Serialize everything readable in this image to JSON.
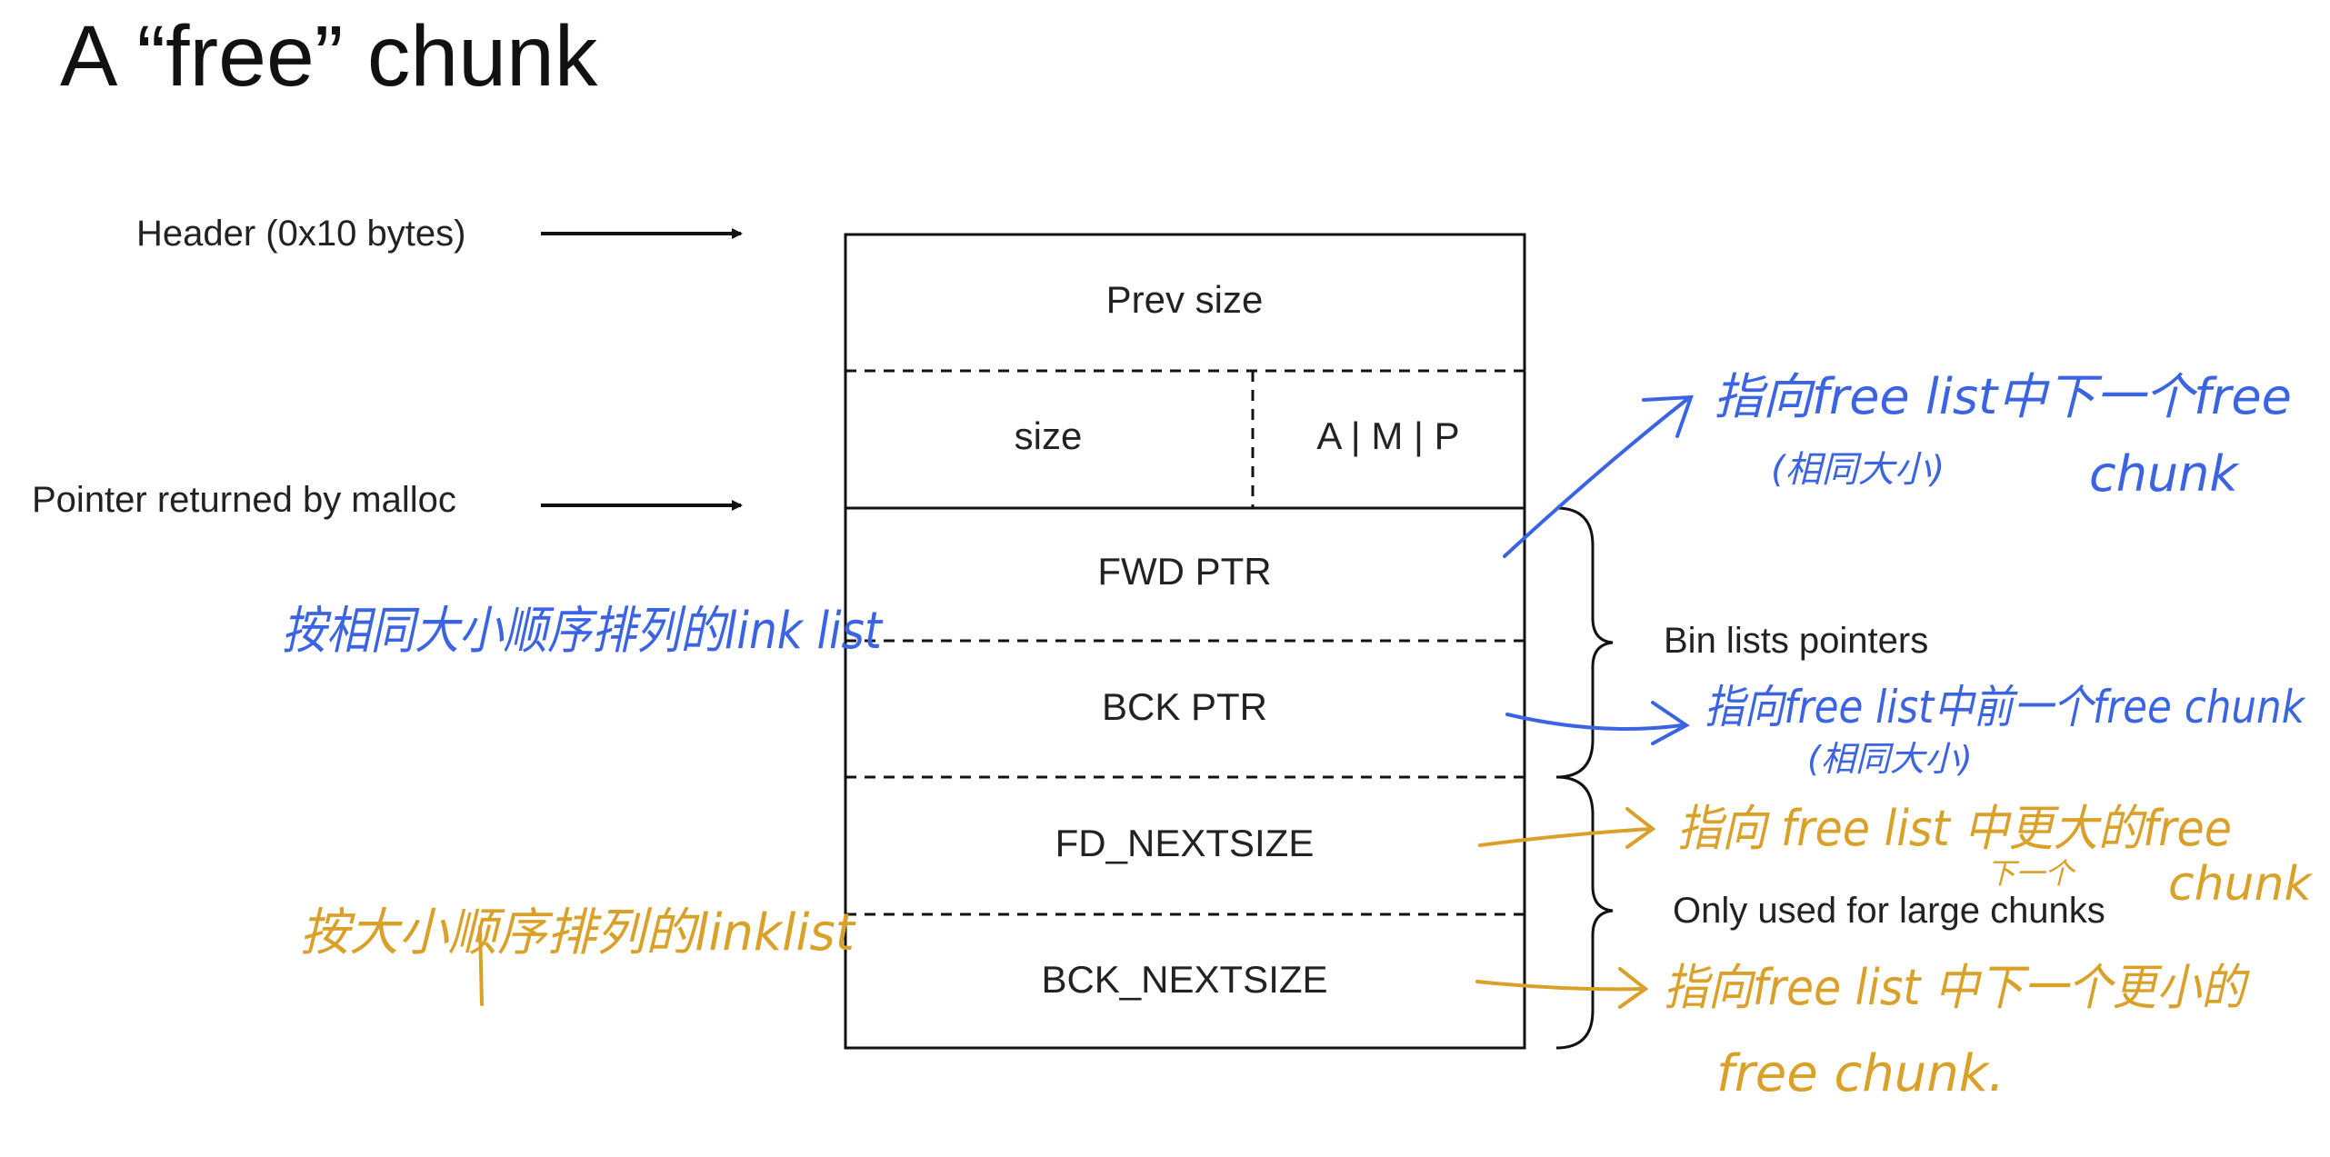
{
  "title": "A “free” chunk",
  "labels": {
    "header": "Header (0x10 bytes)",
    "pointer": "Pointer returned by malloc"
  },
  "fields": {
    "prev_size": "Prev size",
    "size": "size",
    "amp": "A | M | P",
    "fwd_ptr": "FWD PTR",
    "bck_ptr": "BCK PTR",
    "fd_nextsize": "FD_NEXTSIZE",
    "bck_nextsize": "BCK_NEXTSIZE"
  },
  "braces": {
    "bin_lists": "Bin lists pointers",
    "large_only": "Only used for large chunks"
  },
  "annotations": {
    "blue_fwd_line1": "指向free list中下一个free",
    "blue_fwd_line2": "(相同大小)",
    "blue_fwd_line3": "chunk",
    "blue_left": "按相同大小顺序排列的link list",
    "blue_bck_line1": "指向free list中前一个free chunk",
    "blue_bck_line2": "(相同大小)",
    "orange_fd_line1": "指向 free list 中更大的free",
    "orange_fd_line2": "下一个",
    "orange_fd_line3": "chunk",
    "orange_left": "按大小顺序排列的linklist",
    "orange_bck_line1": "指向free list 中下一个更小的",
    "orange_bck_line2": "free chunk."
  },
  "colors": {
    "blue_ink": "#3b64e3",
    "orange_ink": "#d9a12a"
  }
}
